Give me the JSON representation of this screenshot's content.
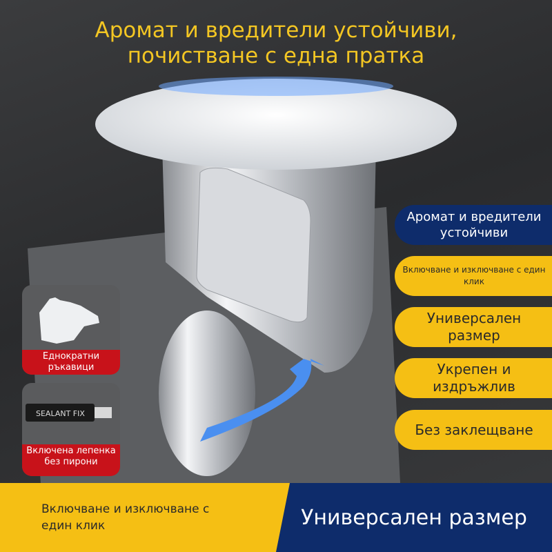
{
  "title": {
    "line1": "Аромат и вредители устойчиви,",
    "line2": "почистване с една пратка"
  },
  "features": [
    {
      "label": "Аромат и вредители устойчиви",
      "style": "blue"
    },
    {
      "label": "Включване и изключване с един клик",
      "style": "yellow"
    },
    {
      "label": "Универсален размер",
      "style": "yellow"
    },
    {
      "label": "Укрепен и издръжлив",
      "style": "yellow"
    },
    {
      "label": "Без заклещване",
      "style": "yellow"
    }
  ],
  "accessories": [
    {
      "label": "Еднократни ръкавици",
      "icon": "glove-icon"
    },
    {
      "label": "Включена лепенка без пирони",
      "icon": "sealant-tube-icon",
      "tube_text": "SEALANT FIX"
    }
  ],
  "bottom": {
    "left": "Включване и изключване с един клик",
    "right": "Универсален размер"
  },
  "colors": {
    "yellow": "#f5bf14",
    "blue": "#0e2c6b",
    "red": "#c8121a",
    "title": "#f3c623"
  }
}
